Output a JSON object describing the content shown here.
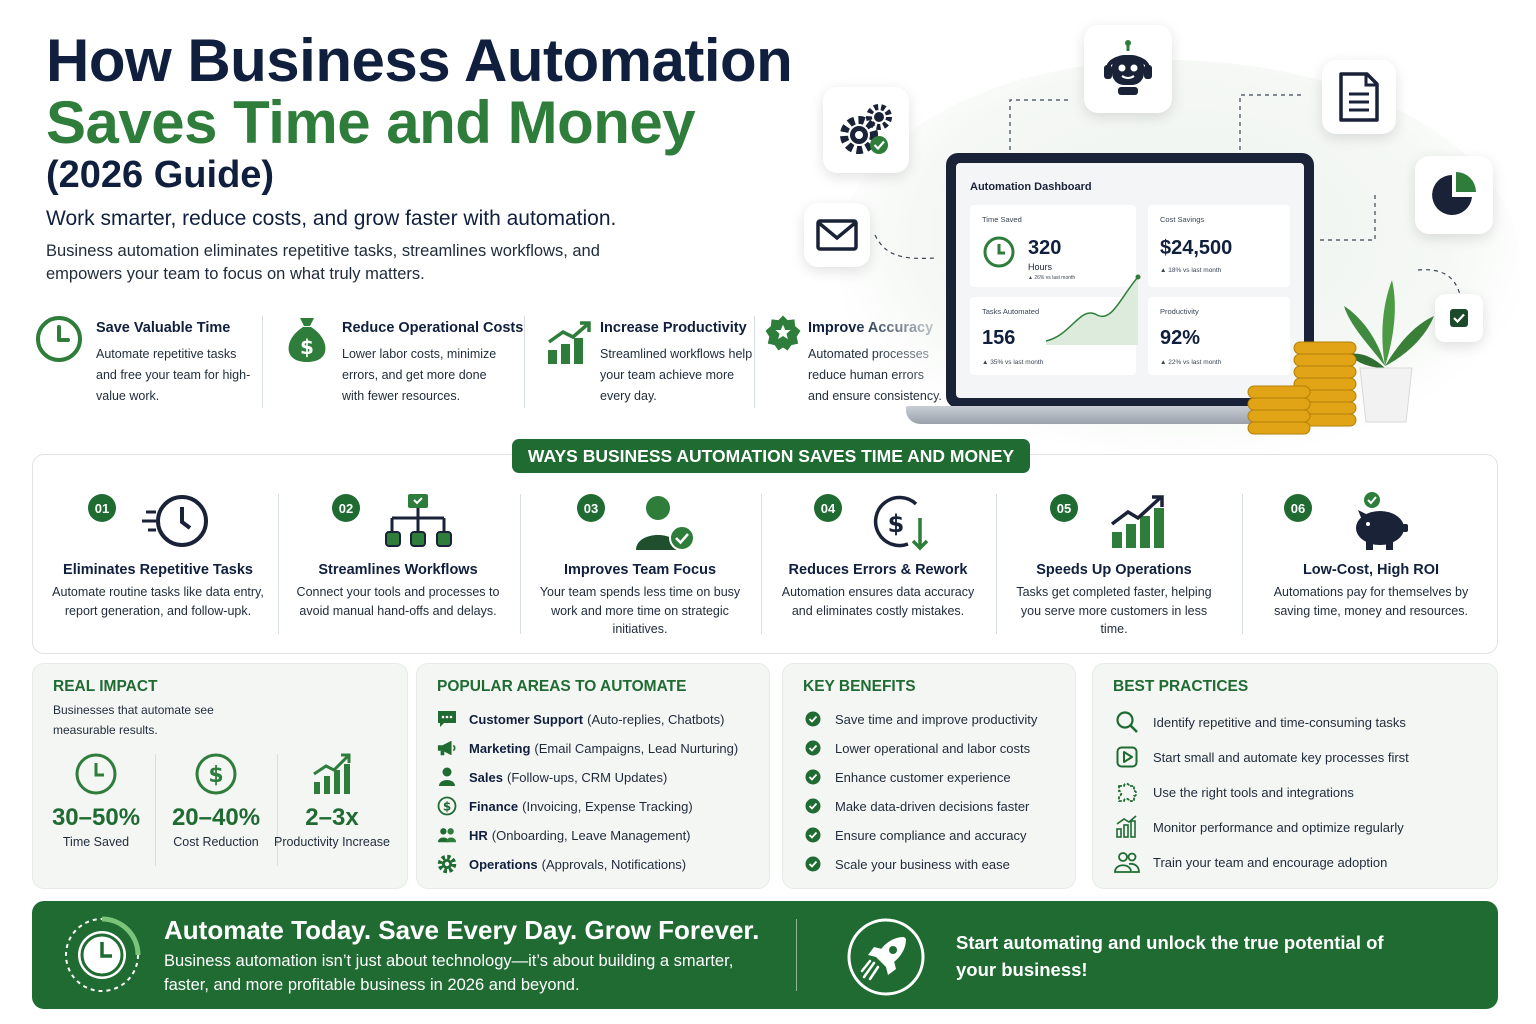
{
  "header": {
    "title_line1": "How Business Automation",
    "title_line2": "Saves Time and Money",
    "title_line3": "(2026 Guide)",
    "tagline": "Work smarter, reduce costs, and grow faster with automation.",
    "intro": "Business automation eliminates repetitive tasks, streamlines workflows, and empowers your team to focus on what truly matters."
  },
  "features": [
    {
      "icon": "clock-icon",
      "title": "Save Valuable Time",
      "desc": "Automate repetitive tasks and free your team for high-value work."
    },
    {
      "icon": "money-bag-icon",
      "title": "Reduce Operational Costs",
      "desc": "Lower labor costs, minimize errors, and get more done with fewer resources."
    },
    {
      "icon": "growth-chart-icon",
      "title": "Increase Productivity",
      "desc": "Streamlined workflows help your team achieve more every day."
    },
    {
      "icon": "badge-star-icon",
      "title": "Improve Accuracy",
      "desc": "Automated processes reduce human errors and ensure consistency."
    }
  ],
  "dashboard": {
    "title": "Automation Dashboard",
    "time_saved": {
      "label": "Time Saved",
      "value": "320",
      "unit": "Hours",
      "change": "▲ 26% vs last month"
    },
    "cost_savings": {
      "label": "Cost Savings",
      "value": "$24,500",
      "change": "▲ 18% vs last month"
    },
    "tasks_automated": {
      "label": "Tasks Automated",
      "value": "156",
      "change": "▲ 35% vs last month"
    },
    "productivity": {
      "label": "Productivity",
      "value": "92%",
      "change": "▲ 22% vs last month"
    }
  },
  "ways": {
    "banner": "WAYS BUSINESS AUTOMATION SAVES TIME AND MONEY",
    "items": [
      {
        "num": "01",
        "icon": "fast-clock-icon",
        "title": "Eliminates Repetitive Tasks",
        "desc": "Automate routine tasks like data entry, report generation, and follow-upk."
      },
      {
        "num": "02",
        "icon": "workflow-icon",
        "title": "Streamlines Workflows",
        "desc": "Connect your tools and processes to avoid manual hand-offs and delays."
      },
      {
        "num": "03",
        "icon": "team-member-icon",
        "title": "Improves Team Focus",
        "desc": "Your team spends less time on busy work and more time on strategic initiatives."
      },
      {
        "num": "04",
        "icon": "dollar-down-icon",
        "title": "Reduces Errors & Rework",
        "desc": "Automation ensures data accuracy and eliminates costly mistakes."
      },
      {
        "num": "05",
        "icon": "growth-chart-icon",
        "title": "Speeds Up Operations",
        "desc": "Tasks get completed faster, helping you serve more customers in less time."
      },
      {
        "num": "06",
        "icon": "piggy-bank-icon",
        "title": "Low-Cost, High ROI",
        "desc": "Automations pay for themselves by saving time, money and resources."
      }
    ]
  },
  "impact": {
    "heading": "REAL IMPACT",
    "sub": "Businesses that automate see measurable results.",
    "stats": [
      {
        "icon": "clock-icon",
        "value": "30–50%",
        "label": "Time Saved"
      },
      {
        "icon": "dollar-icon",
        "value": "20–40%",
        "label": "Cost Reduction"
      },
      {
        "icon": "growth-chart-icon",
        "value": "2–3x",
        "label": "Productivity Increase"
      }
    ]
  },
  "popular": {
    "heading": "POPULAR AREAS TO AUTOMATE",
    "items": [
      {
        "icon": "chat-icon",
        "name": "Customer Support",
        "detail": "(Auto-replies, Chatbots)"
      },
      {
        "icon": "megaphone-icon",
        "name": "Marketing",
        "detail": "(Email Campaigns, Lead Nurturing)"
      },
      {
        "icon": "user-icon",
        "name": "Sales",
        "detail": "(Follow-ups, CRM Updates)"
      },
      {
        "icon": "dollar-circle-icon",
        "name": "Finance",
        "detail": "(Invoicing, Expense Tracking)"
      },
      {
        "icon": "people-icon",
        "name": "HR",
        "detail": "(Onboarding, Leave Management)"
      },
      {
        "icon": "gear-icon",
        "name": "Operations",
        "detail": "(Approvals, Notifications)"
      }
    ]
  },
  "benefits": {
    "heading": "KEY BENEFITS",
    "items": [
      "Save time and improve productivity",
      "Lower operational and labor costs",
      "Enhance customer experience",
      "Make data-driven decisions faster",
      "Ensure compliance and accuracy",
      "Scale your business with ease"
    ]
  },
  "practices": {
    "heading": "BEST PRACTICES",
    "items": [
      {
        "icon": "search-icon",
        "text": "Identify repetitive and time-consuming tasks"
      },
      {
        "icon": "play-icon",
        "text": "Start small and automate key processes first"
      },
      {
        "icon": "puzzle-icon",
        "text": "Use the right tools and integrations"
      },
      {
        "icon": "bar-chart-icon",
        "text": "Monitor performance and optimize regularly"
      },
      {
        "icon": "team-icon",
        "text": "Train your team and encourage adoption"
      }
    ]
  },
  "footer": {
    "headline": "Automate Today. Save Every Day. Grow Forever.",
    "desc": "Business automation isn’t just about technology—it’s about building a smarter, faster, and more profitable business in 2026 and beyond.",
    "cta": "Start automating and unlock the true potential of your business!"
  },
  "colors": {
    "brand_green": "#1f6b32",
    "accent_green": "#2e7d3a",
    "navy": "#0f1f3d",
    "coin_gold": "#e0a416"
  }
}
